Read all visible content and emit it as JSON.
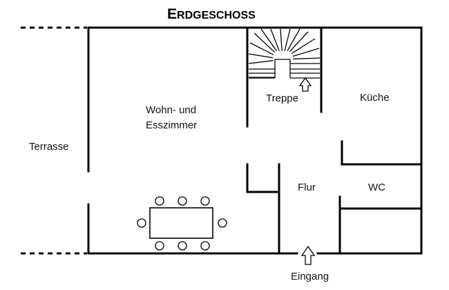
{
  "title": {
    "first": "E",
    "rest": "RDGESCHOSS"
  },
  "rooms": {
    "wohn_line1": "Wohn- und",
    "wohn_line2": "Esszimmer",
    "treppe": "Treppe",
    "kueche": "Küche",
    "flur": "Flur",
    "wc": "WC",
    "terrasse": "Terrasse",
    "eingang": "Eingang"
  },
  "icons": {
    "stair_arrow": "up-arrow-icon",
    "entrance_arrow": "up-arrow-icon"
  },
  "colors": {
    "line": "#000000",
    "background": "#ffffff"
  }
}
